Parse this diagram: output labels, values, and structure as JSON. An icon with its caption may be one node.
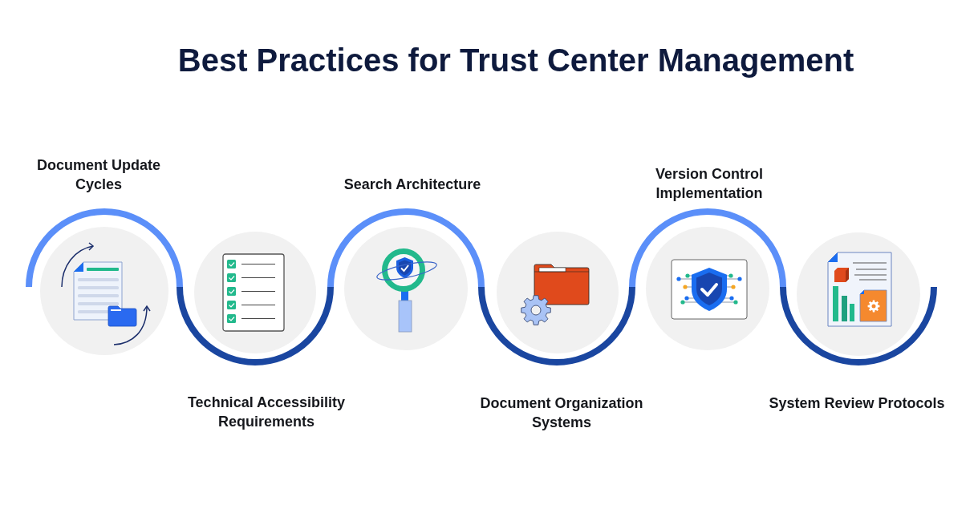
{
  "diagram": {
    "title": "Best Practices for Trust Center Management",
    "nodes": [
      {
        "text": [
          "Document Update Cycles"
        ]
      },
      {
        "text": [
          "Technical Accessibility Requirements"
        ]
      },
      {
        "text": [
          "Search Architecture"
        ]
      },
      {
        "text": [
          "Document Organization Systems"
        ]
      },
      {
        "text": [
          "Version Control Implementation"
        ]
      },
      {
        "text": [
          "System Review Protocols"
        ]
      }
    ]
  }
}
